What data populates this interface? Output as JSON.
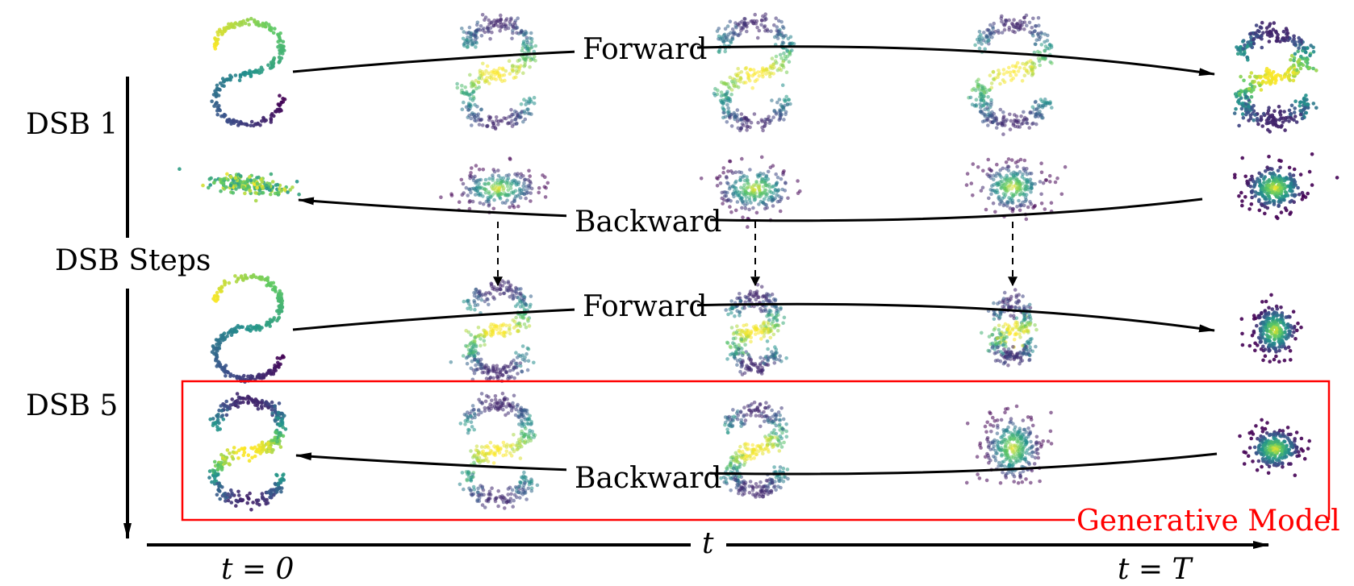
{
  "rows": [
    {
      "group": "DSB 1",
      "direction": "Forward"
    },
    {
      "group": "DSB 1",
      "direction": "Backward"
    },
    {
      "group": "DSB 5",
      "direction": "Forward"
    },
    {
      "group": "DSB 5",
      "direction": "Backward"
    }
  ],
  "labels": {
    "dsb1": "DSB 1",
    "dsb5": "DSB 5",
    "steps": "DSB Steps",
    "forward": "Forward",
    "backward": "Backward",
    "generative": "Generative Model",
    "t_axis": "t",
    "t_start": "t = 0",
    "t_end": "t = T"
  },
  "colors": {
    "box": "#ff0000",
    "arrow": "#000000",
    "viridis": [
      "#440154",
      "#3b528b",
      "#21918c",
      "#5ec962",
      "#fde725"
    ]
  }
}
